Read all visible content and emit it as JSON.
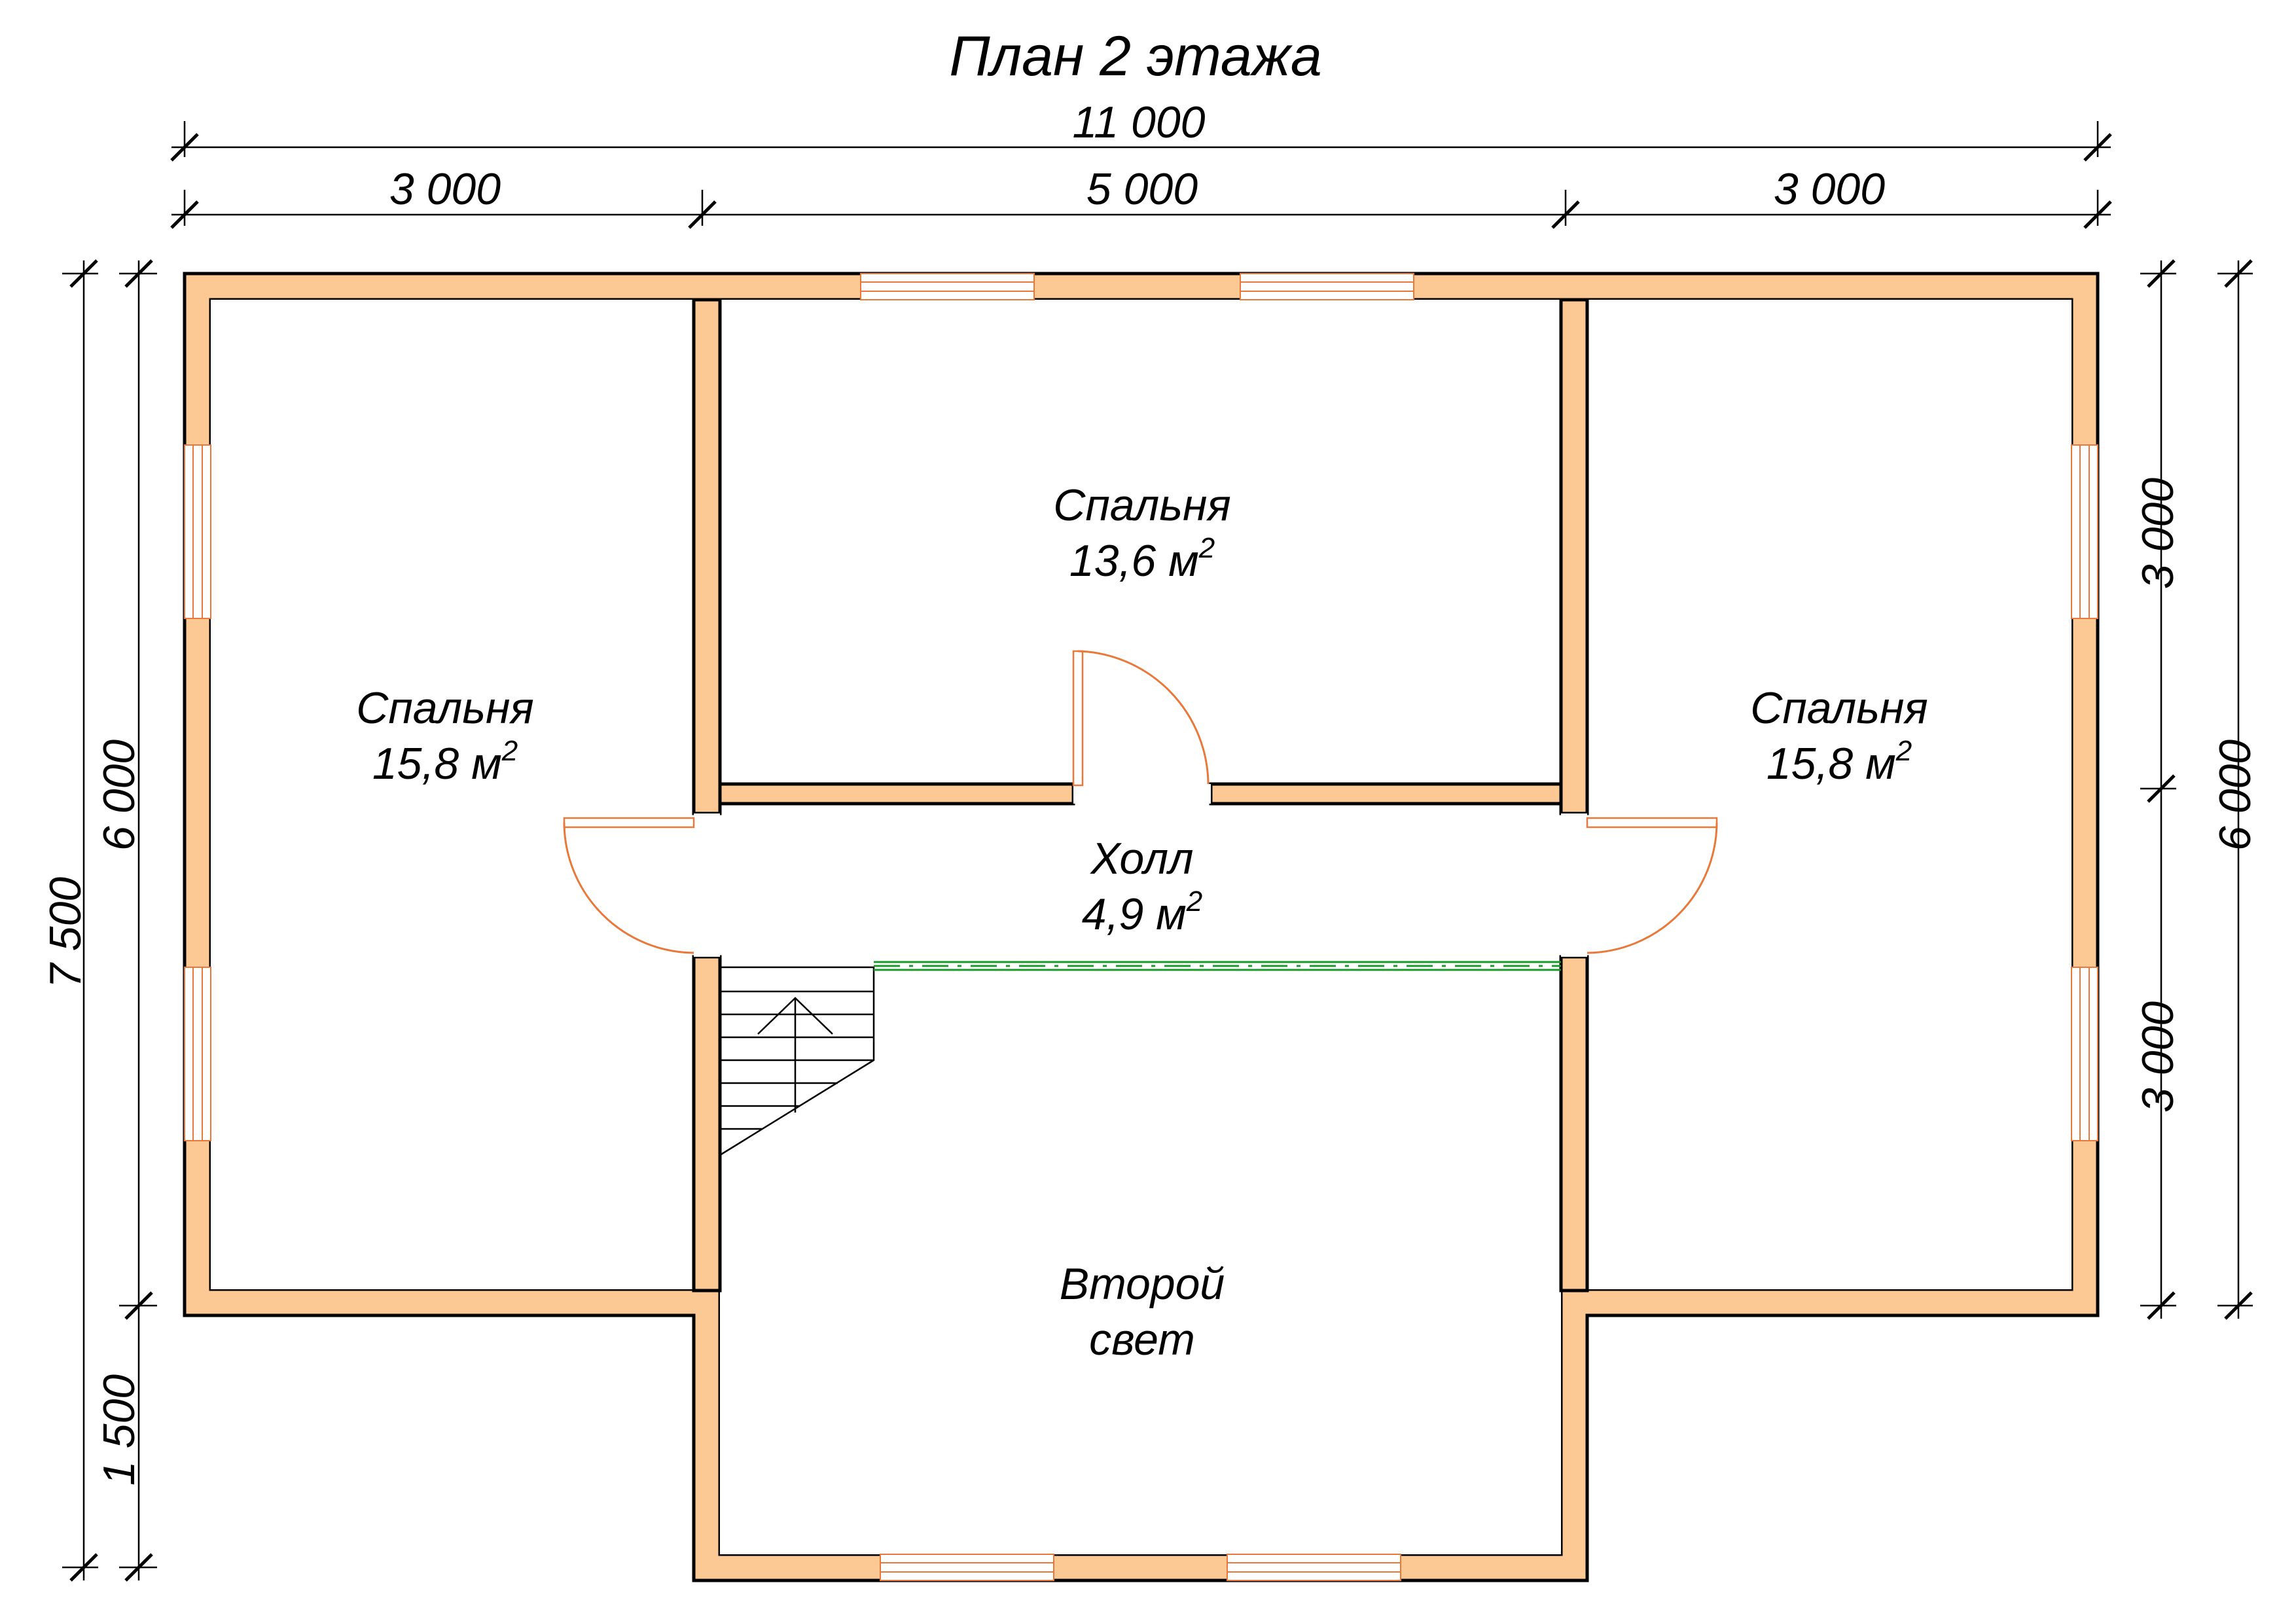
{
  "title": "План 2 этажа",
  "dimensions": {
    "top_total": "11 000",
    "top_left": "3 000",
    "top_middle": "5 000",
    "top_right": "3 000",
    "left_total": "7 500",
    "left_main": "6 000",
    "left_extension": "1 500",
    "right_upper": "3 000",
    "right_lower": "3 000",
    "right_total": "6 000"
  },
  "rooms": {
    "bedroom_left": {
      "name": "Спальня",
      "area": "15,8 м"
    },
    "bedroom_center": {
      "name": "Спальня",
      "area": "13,6 м"
    },
    "bedroom_right": {
      "name": "Спальня",
      "area": "15,8 м"
    },
    "hall": {
      "name": "Холл",
      "area": "4,9 м"
    },
    "second_light": {
      "line1": "Второй",
      "line2": "свет"
    }
  },
  "area_unit_superscript": "2",
  "colors": {
    "wall_fill": "#fcc994",
    "outline": "#000000",
    "openings": "#e8793a",
    "railing": "#1a9a2a"
  }
}
